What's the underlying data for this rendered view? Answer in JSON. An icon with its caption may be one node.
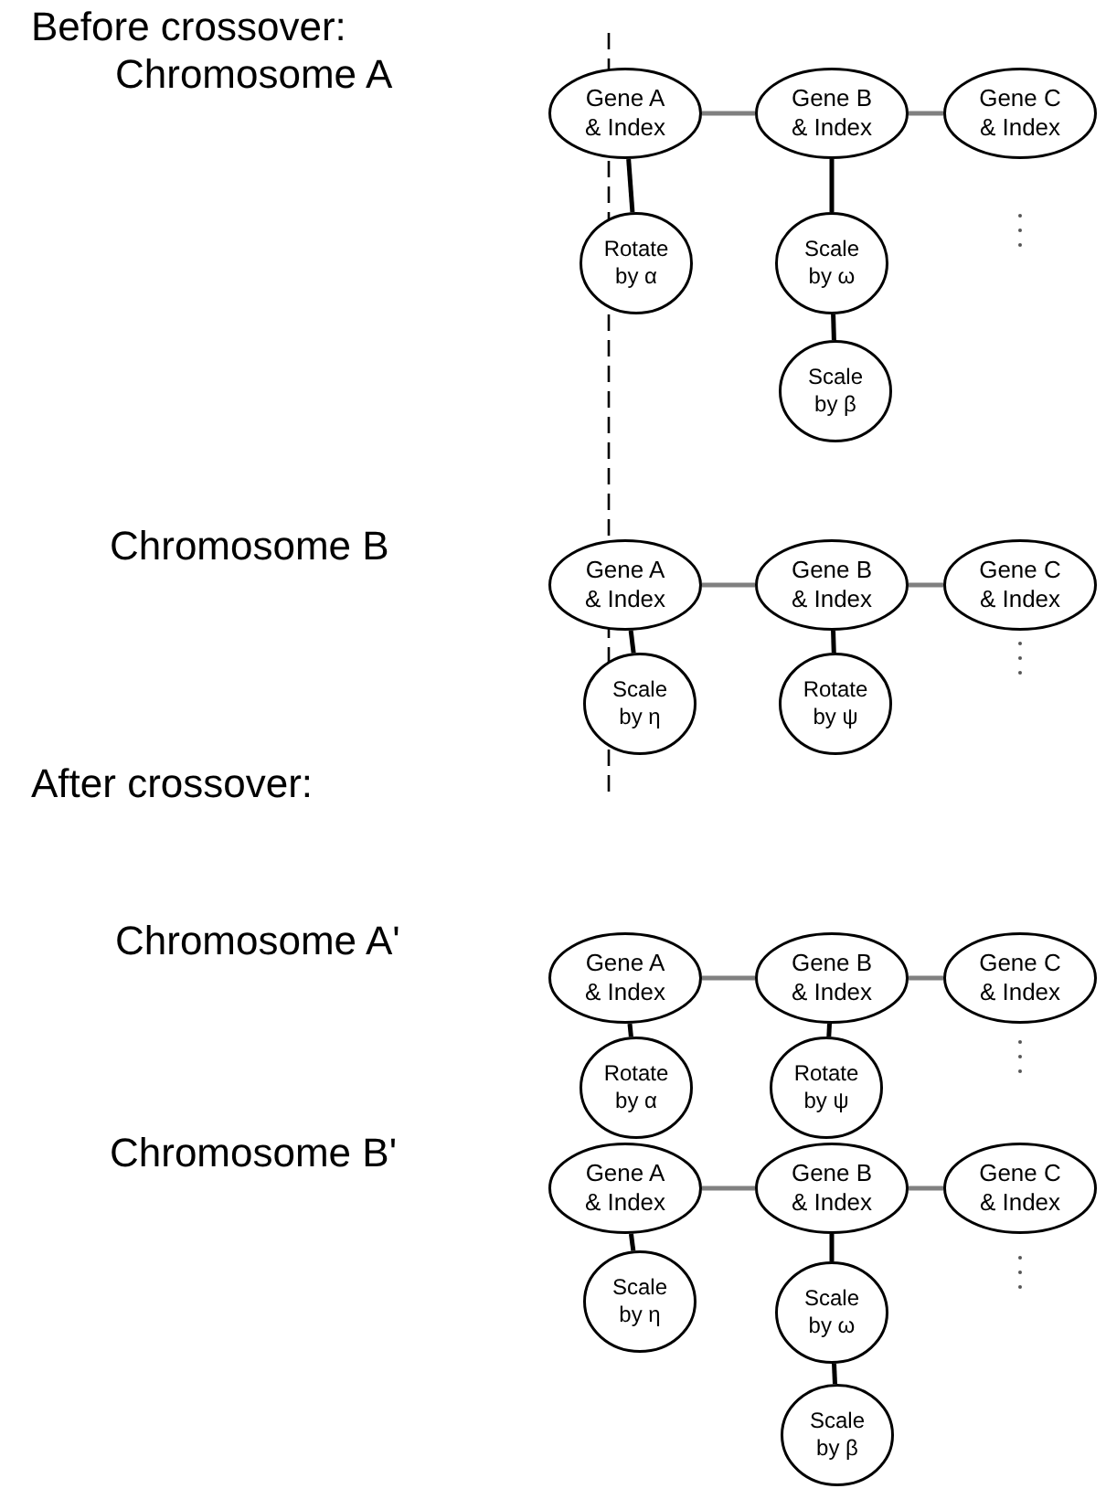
{
  "diagram": {
    "nodes": [
      {
        "text": [
          "Gene A & Index"
        ]
      },
      {
        "text": [
          "Gene B & Index"
        ]
      },
      {
        "text": [
          "Gene C & Index"
        ]
      },
      {
        "text": [
          "Rotate by α"
        ]
      },
      {
        "text": [
          "Scale by ω"
        ]
      },
      {
        "text": [
          "Scale by β"
        ]
      },
      {
        "text": [
          "Gene A & Index"
        ]
      },
      {
        "text": [
          "Gene B & Index"
        ]
      },
      {
        "text": [
          "Gene C & Index"
        ]
      },
      {
        "text": [
          "Scale by η"
        ]
      },
      {
        "text": [
          "Rotate by ψ"
        ]
      },
      {
        "text": [
          "Gene A & Index"
        ]
      },
      {
        "text": [
          "Gene B & Index"
        ]
      },
      {
        "text": [
          "Gene C & Index"
        ]
      },
      {
        "text": [
          "Rotate by α"
        ]
      },
      {
        "text": [
          "Rotate by ψ"
        ]
      },
      {
        "text": [
          "Gene A & Index"
        ]
      },
      {
        "text": [
          "Gene B & Index"
        ]
      },
      {
        "text": [
          "Gene C & Index"
        ]
      },
      {
        "text": [
          "Scale by η"
        ]
      },
      {
        "text": [
          "Scale by ω"
        ]
      },
      {
        "text": [
          "Scale by β"
        ]
      }
    ],
    "edges": [
      {
        "from": 0,
        "to": 1,
        "arrow": "none",
        "color": "#808080"
      },
      {
        "from": 1,
        "to": 2,
        "arrow": "none",
        "color": "#808080"
      },
      {
        "from": 0,
        "to": 3,
        "arrow": "none"
      },
      {
        "from": 1,
        "to": 4,
        "arrow": "none"
      },
      {
        "from": 4,
        "to": 5,
        "arrow": "none"
      },
      {
        "from": 6,
        "to": 7,
        "arrow": "none",
        "color": "#808080"
      },
      {
        "from": 7,
        "to": 8,
        "arrow": "none",
        "color": "#808080"
      },
      {
        "from": 6,
        "to": 9,
        "arrow": "none"
      },
      {
        "from": 7,
        "to": 10,
        "arrow": "none"
      },
      {
        "from": 11,
        "to": 12,
        "arrow": "none",
        "color": "#808080"
      },
      {
        "from": 12,
        "to": 13,
        "arrow": "none",
        "color": "#808080"
      },
      {
        "from": 11,
        "to": 14,
        "arrow": "none"
      },
      {
        "from": 12,
        "to": 15,
        "arrow": "none"
      },
      {
        "from": 16,
        "to": 17,
        "arrow": "none",
        "color": "#808080"
      },
      {
        "from": 17,
        "to": 18,
        "arrow": "none",
        "color": "#808080"
      },
      {
        "from": 16,
        "to": 19,
        "arrow": "none"
      },
      {
        "from": 17,
        "to": 20,
        "arrow": "none"
      },
      {
        "from": 20,
        "to": 21,
        "arrow": "none"
      }
    ],
    "labels": [
      "Before crossover:",
      "Chromosome A",
      "Chromosome B",
      "After crossover:",
      "Chromosome A'",
      "Chromosome B'"
    ]
  }
}
